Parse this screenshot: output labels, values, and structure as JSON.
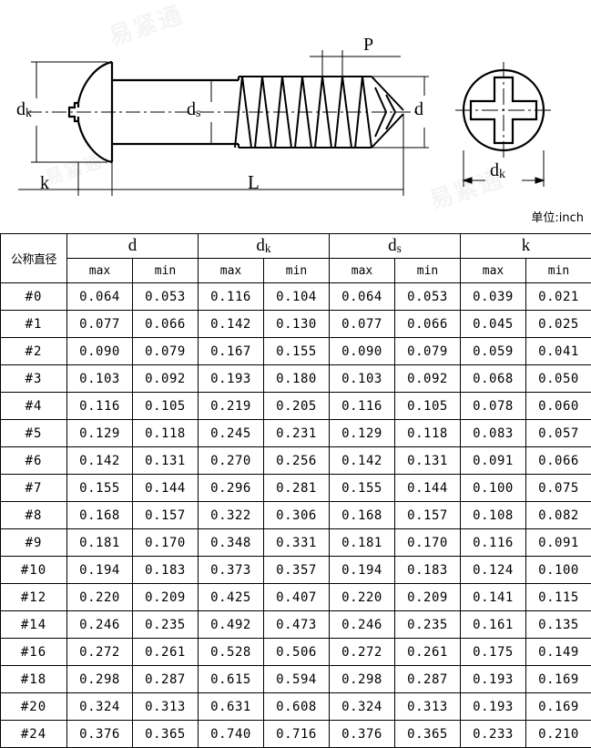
{
  "drawing": {
    "labels": {
      "dk_side": "d",
      "dk_side_sub": "k",
      "ds": "d",
      "ds_sub": "s",
      "k": "k",
      "L": "L",
      "P": "P",
      "d_right": "d",
      "dk_front": "d",
      "dk_front_sub": "k"
    },
    "description": "round head cross-recess tapping screw side view, threaded shank, and front head view"
  },
  "unit_note": "单位:inch",
  "table": {
    "row_header_label": "公称直径",
    "groups": [
      "d",
      "dk",
      "ds",
      "k"
    ],
    "group_bases": [
      "d",
      "d",
      "d",
      "k"
    ],
    "group_subs": [
      "",
      "k",
      "s",
      ""
    ],
    "subheaders": [
      "max",
      "min",
      "max",
      "min",
      "max",
      "min",
      "max",
      "min"
    ],
    "rows": [
      {
        "size": "#0",
        "values": [
          "0.064",
          "0.053",
          "0.116",
          "0.104",
          "0.064",
          "0.053",
          "0.039",
          "0.021"
        ]
      },
      {
        "size": "#1",
        "values": [
          "0.077",
          "0.066",
          "0.142",
          "0.130",
          "0.077",
          "0.066",
          "0.045",
          "0.025"
        ]
      },
      {
        "size": "#2",
        "values": [
          "0.090",
          "0.079",
          "0.167",
          "0.155",
          "0.090",
          "0.079",
          "0.059",
          "0.041"
        ]
      },
      {
        "size": "#3",
        "values": [
          "0.103",
          "0.092",
          "0.193",
          "0.180",
          "0.103",
          "0.092",
          "0.068",
          "0.050"
        ]
      },
      {
        "size": "#4",
        "values": [
          "0.116",
          "0.105",
          "0.219",
          "0.205",
          "0.116",
          "0.105",
          "0.078",
          "0.060"
        ]
      },
      {
        "size": "#5",
        "values": [
          "0.129",
          "0.118",
          "0.245",
          "0.231",
          "0.129",
          "0.118",
          "0.083",
          "0.057"
        ]
      },
      {
        "size": "#6",
        "values": [
          "0.142",
          "0.131",
          "0.270",
          "0.256",
          "0.142",
          "0.131",
          "0.091",
          "0.066"
        ]
      },
      {
        "size": "#7",
        "values": [
          "0.155",
          "0.144",
          "0.296",
          "0.281",
          "0.155",
          "0.144",
          "0.100",
          "0.075"
        ]
      },
      {
        "size": "#8",
        "values": [
          "0.168",
          "0.157",
          "0.322",
          "0.306",
          "0.168",
          "0.157",
          "0.108",
          "0.082"
        ]
      },
      {
        "size": "#9",
        "values": [
          "0.181",
          "0.170",
          "0.348",
          "0.331",
          "0.181",
          "0.170",
          "0.116",
          "0.091"
        ]
      },
      {
        "size": "#10",
        "values": [
          "0.194",
          "0.183",
          "0.373",
          "0.357",
          "0.194",
          "0.183",
          "0.124",
          "0.100"
        ]
      },
      {
        "size": "#12",
        "values": [
          "0.220",
          "0.209",
          "0.425",
          "0.407",
          "0.220",
          "0.209",
          "0.141",
          "0.115"
        ]
      },
      {
        "size": "#14",
        "values": [
          "0.246",
          "0.235",
          "0.492",
          "0.473",
          "0.246",
          "0.235",
          "0.161",
          "0.135"
        ]
      },
      {
        "size": "#16",
        "values": [
          "0.272",
          "0.261",
          "0.528",
          "0.506",
          "0.272",
          "0.261",
          "0.175",
          "0.149"
        ]
      },
      {
        "size": "#18",
        "values": [
          "0.298",
          "0.287",
          "0.615",
          "0.594",
          "0.298",
          "0.287",
          "0.193",
          "0.169"
        ]
      },
      {
        "size": "#20",
        "values": [
          "0.324",
          "0.313",
          "0.631",
          "0.608",
          "0.324",
          "0.313",
          "0.193",
          "0.169"
        ]
      },
      {
        "size": "#24",
        "values": [
          "0.376",
          "0.365",
          "0.740",
          "0.716",
          "0.376",
          "0.365",
          "0.233",
          "0.210"
        ]
      }
    ]
  },
  "colors": {
    "line": "#000000",
    "background": "#ffffff"
  }
}
